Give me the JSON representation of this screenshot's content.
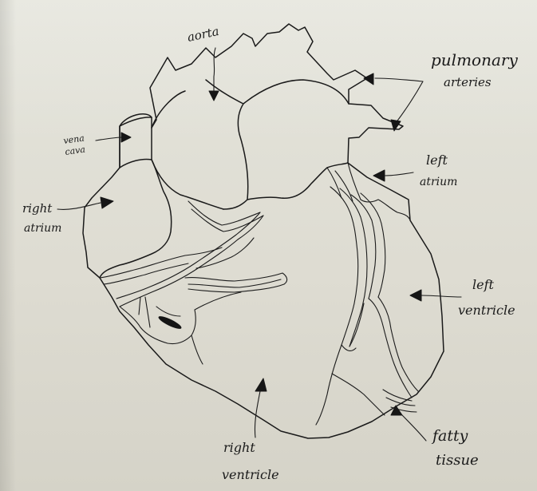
{
  "labels": {
    "aorta": "aorta",
    "pulmonary_1": "pulmonary",
    "pulmonary_2": "arteries",
    "vena_1": "vena",
    "vena_2": "cava",
    "right_atrium_1": "right",
    "right_atrium_2": "atrium",
    "left_atrium_1": "left",
    "left_atrium_2": "atrium",
    "left_ventricle_1": "left",
    "left_ventricle_2": "ventricle",
    "right_ventricle_1": "right",
    "right_ventricle_2": "ventricle",
    "fatty_1": "fatty",
    "fatty_2": "tissue"
  },
  "colors": {
    "paper": "#e2e1d8",
    "ink": "#1a1a1a"
  }
}
